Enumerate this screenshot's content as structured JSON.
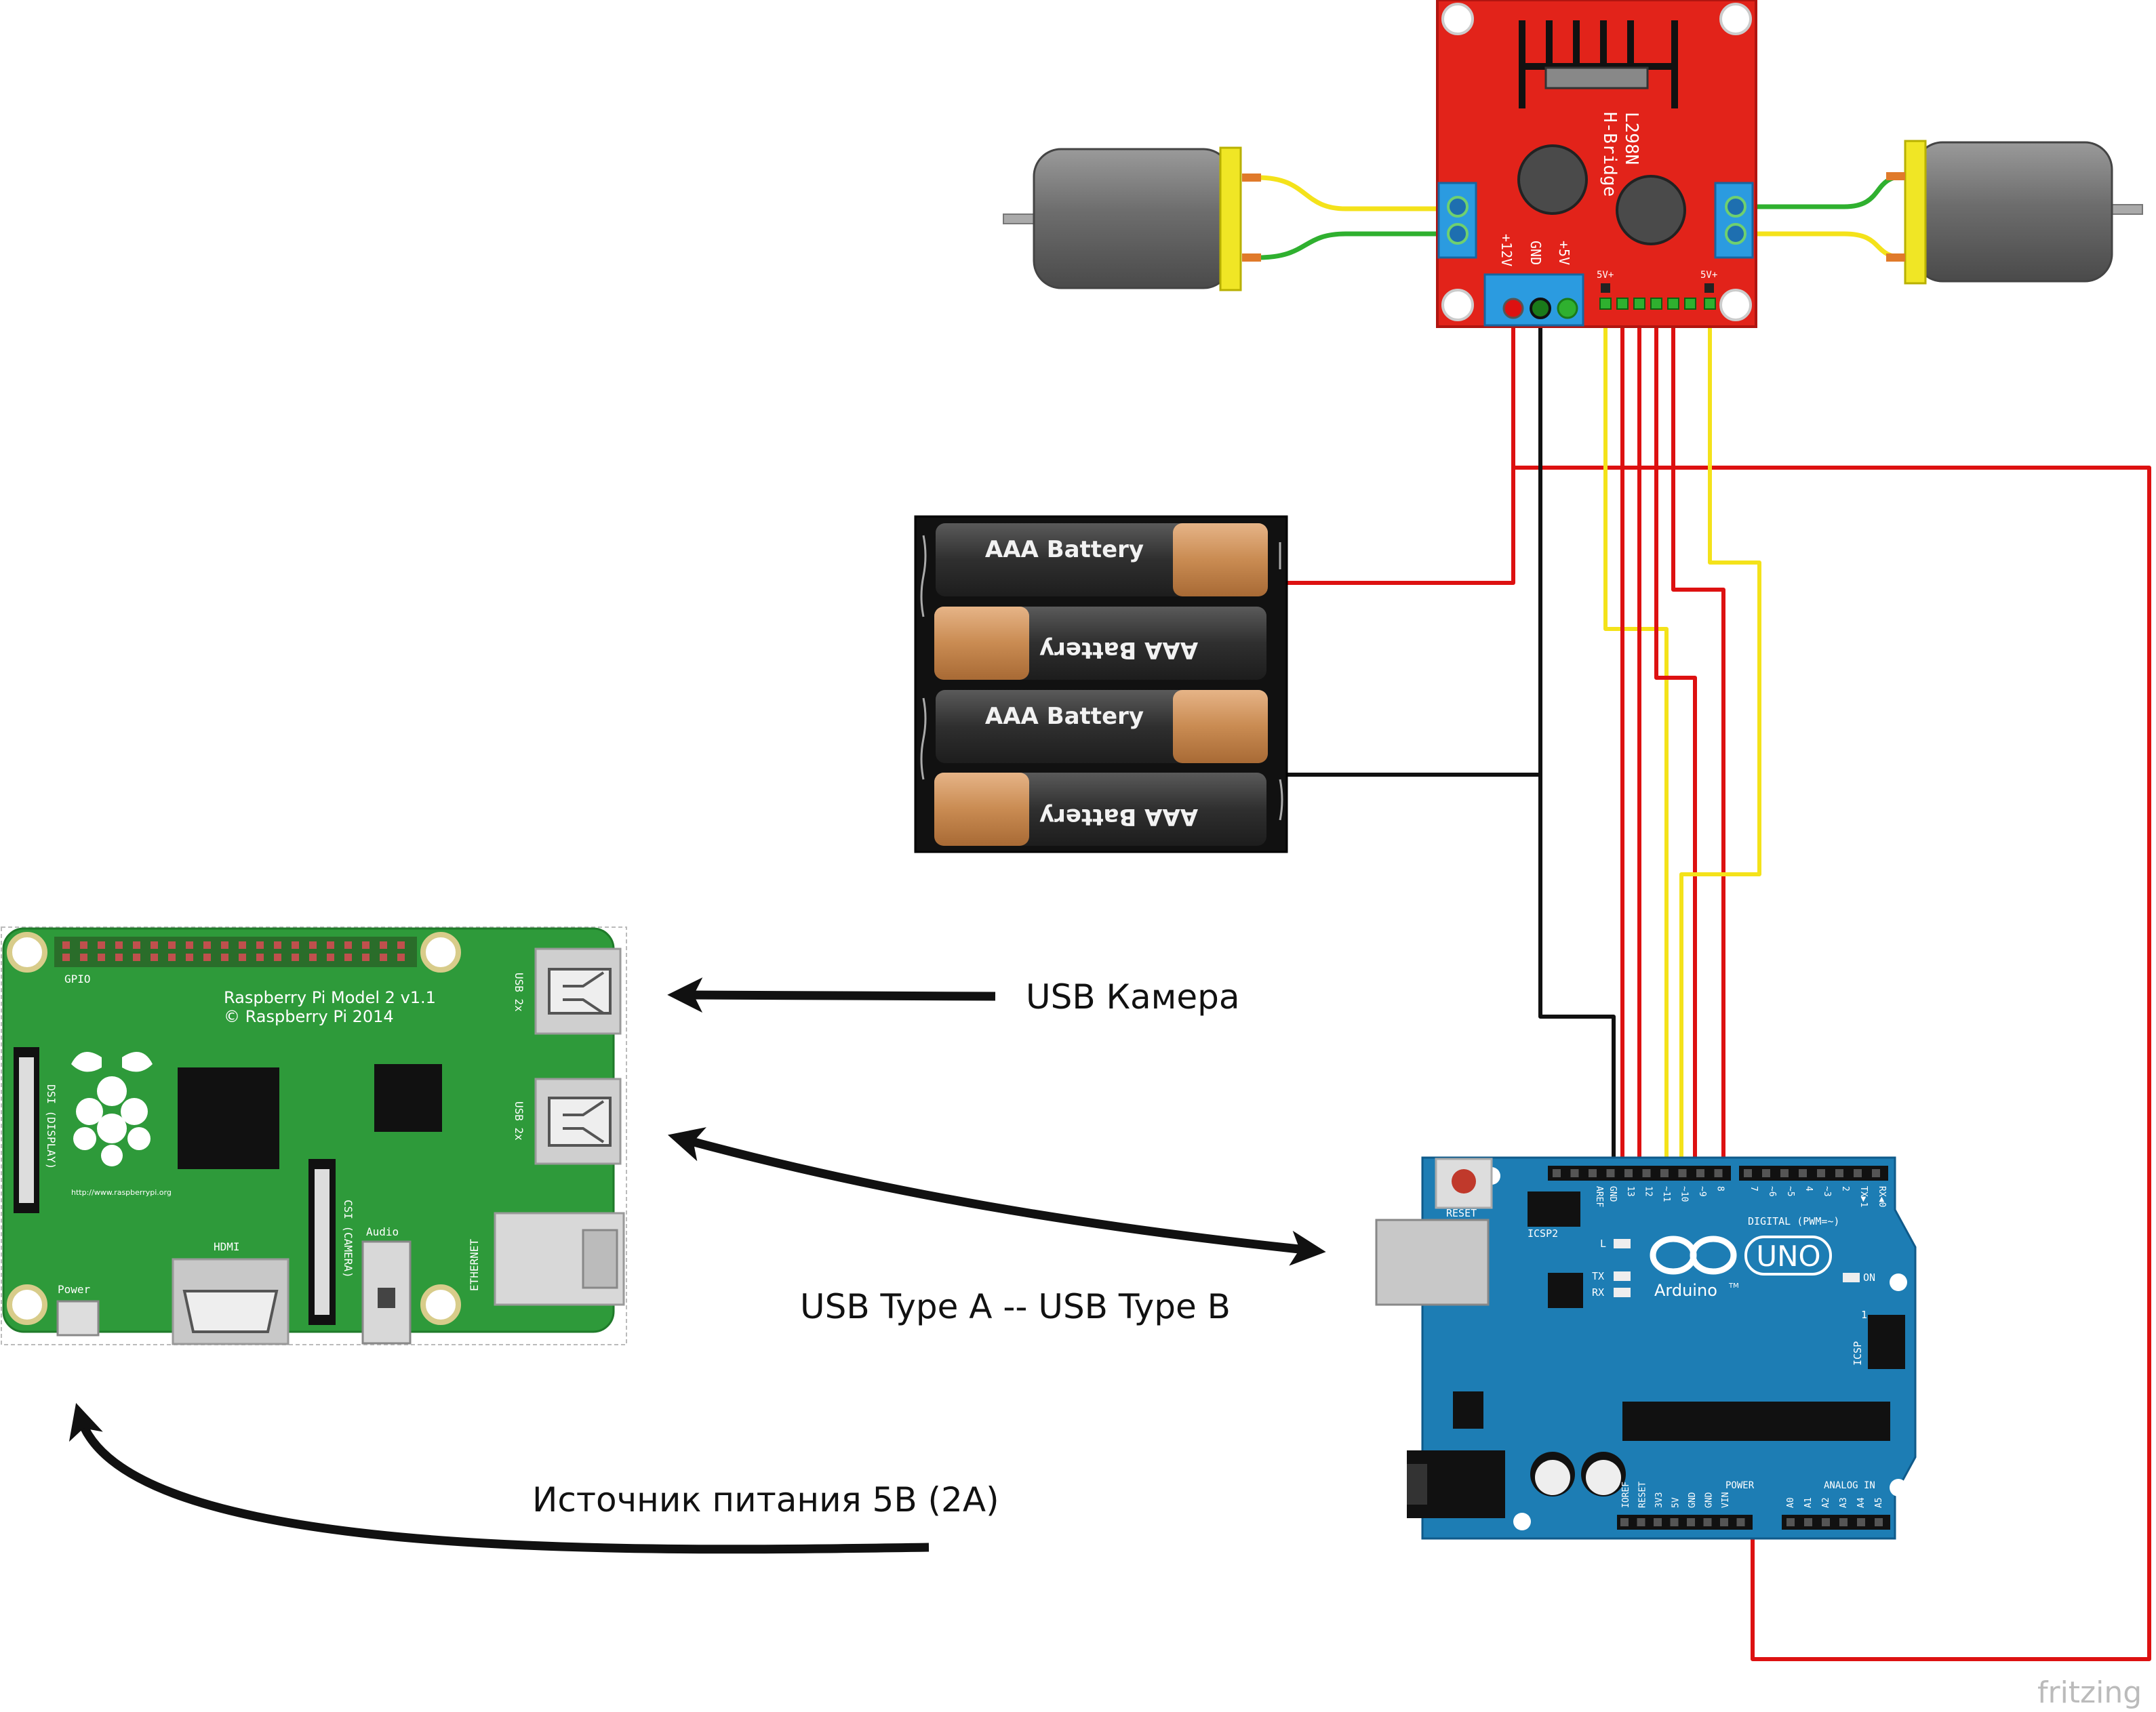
{
  "labels": {
    "usb_camera": "USB Камера",
    "usb_cable": "USB Type A -- USB Type B",
    "power_supply": "Источник питания 5В (2А)",
    "watermark": "fritzing"
  },
  "hbridge": {
    "title_line1": "L298N",
    "title_line2": "H-Bridge",
    "pin_12v": "+12V",
    "pin_gnd": "GND",
    "pin_5v": "+5V",
    "pin_5v_left": "5V+",
    "pin_5v_right": "5V+",
    "color": "#e2231a"
  },
  "battery": {
    "cell_label": "AAA Battery",
    "cells": 4
  },
  "raspberry": {
    "model_line1": "Raspberry Pi Model 2 v1.1",
    "model_line2": "© Raspberry Pi 2014",
    "gpio": "GPIO",
    "usb1": "USB 2x",
    "usb2": "USB 2x",
    "dsi": "DSI (DISPLAY)",
    "csi": "CSI (CAMERA)",
    "hdmi": "HDMI",
    "audio": "Audio",
    "ethernet": "ETHERNET",
    "power": "Power",
    "url": "http://www.raspberrypi.org",
    "color": "#2e9a3a"
  },
  "arduino": {
    "reset": "RESET",
    "icsp2": "ICSP2",
    "l": "L",
    "tx": "TX",
    "rx": "RX",
    "on": "ON",
    "logo_text": "Arduino",
    "tm": "TM",
    "uno": "UNO",
    "digital": "DIGITAL (PWM=~)",
    "icsp": "ICSP",
    "power": "POWER",
    "analog_in": "ANALOG IN",
    "aref": "AREF",
    "gnd": "GND",
    "digital_pins": [
      "13",
      "12",
      "~11",
      "~10",
      "~9",
      "8"
    ],
    "digital_pins_right": [
      "7",
      "~6",
      "~5",
      "4",
      "~3",
      "2",
      "TX▶1",
      "RX◀0"
    ],
    "power_pins": [
      "IOREF",
      "RESET",
      "3V3",
      "5V",
      "GND",
      "GND",
      "VIN"
    ],
    "analog_pins": [
      "A0",
      "A1",
      "A2",
      "A3",
      "A4",
      "A5"
    ],
    "one": "1",
    "color": "#1d7db4"
  }
}
